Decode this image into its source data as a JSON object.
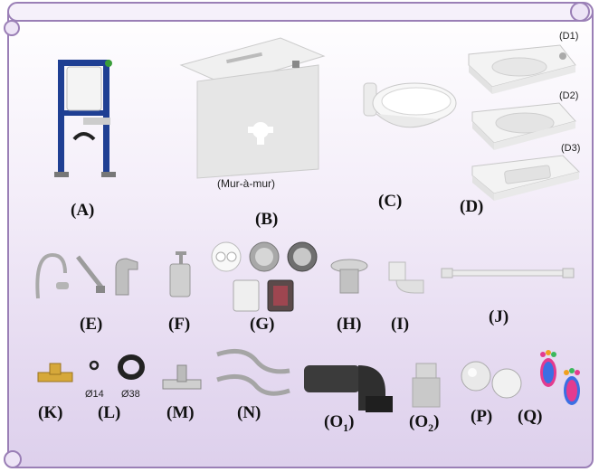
{
  "labels": {
    "A": "(A)",
    "B": "(B)",
    "C": "(C)",
    "D": "(D)",
    "E": "(E)",
    "F": "(F)",
    "G": "(G)",
    "H": "(H)",
    "I": "(I)",
    "J": "(J)",
    "K": "(K)",
    "L": "(L)",
    "M": "(M)",
    "N": "(N)",
    "O1_base": "(O",
    "O1_sub": "1",
    "O1_end": ")",
    "O2_base": "(O",
    "O2_sub": "2",
    "O2_end": ")",
    "P": "(P)",
    "Q": "(Q)"
  },
  "captions": {
    "mur": "(Mur-à-mur)",
    "d1": "(D1)",
    "d2": "(D2)",
    "d3": "(D3)",
    "d14": "Ø14",
    "d38": "Ø38"
  }
}
